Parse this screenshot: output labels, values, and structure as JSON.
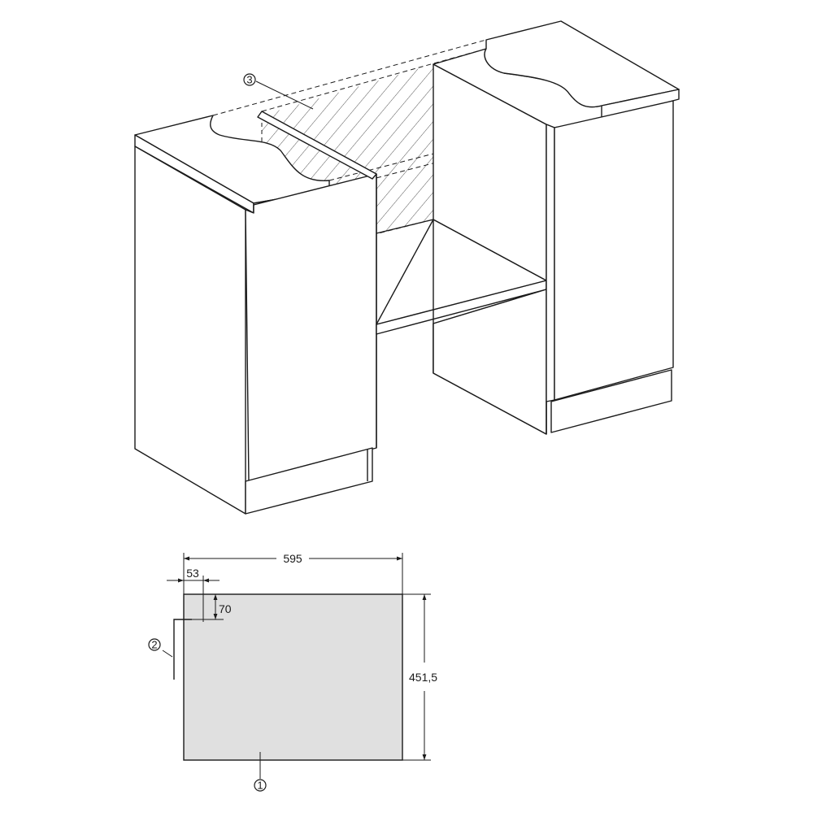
{
  "callouts": {
    "c1": "1",
    "c2": "2",
    "c3": "3"
  },
  "dimensions": {
    "width": "595",
    "height": "451,5",
    "offset_x": "53",
    "offset_y": "70"
  },
  "colors": {
    "line": "#1a1a1a",
    "panel_fill": "#e0e0e0",
    "hatch": "#555555",
    "background": "#ffffff"
  }
}
